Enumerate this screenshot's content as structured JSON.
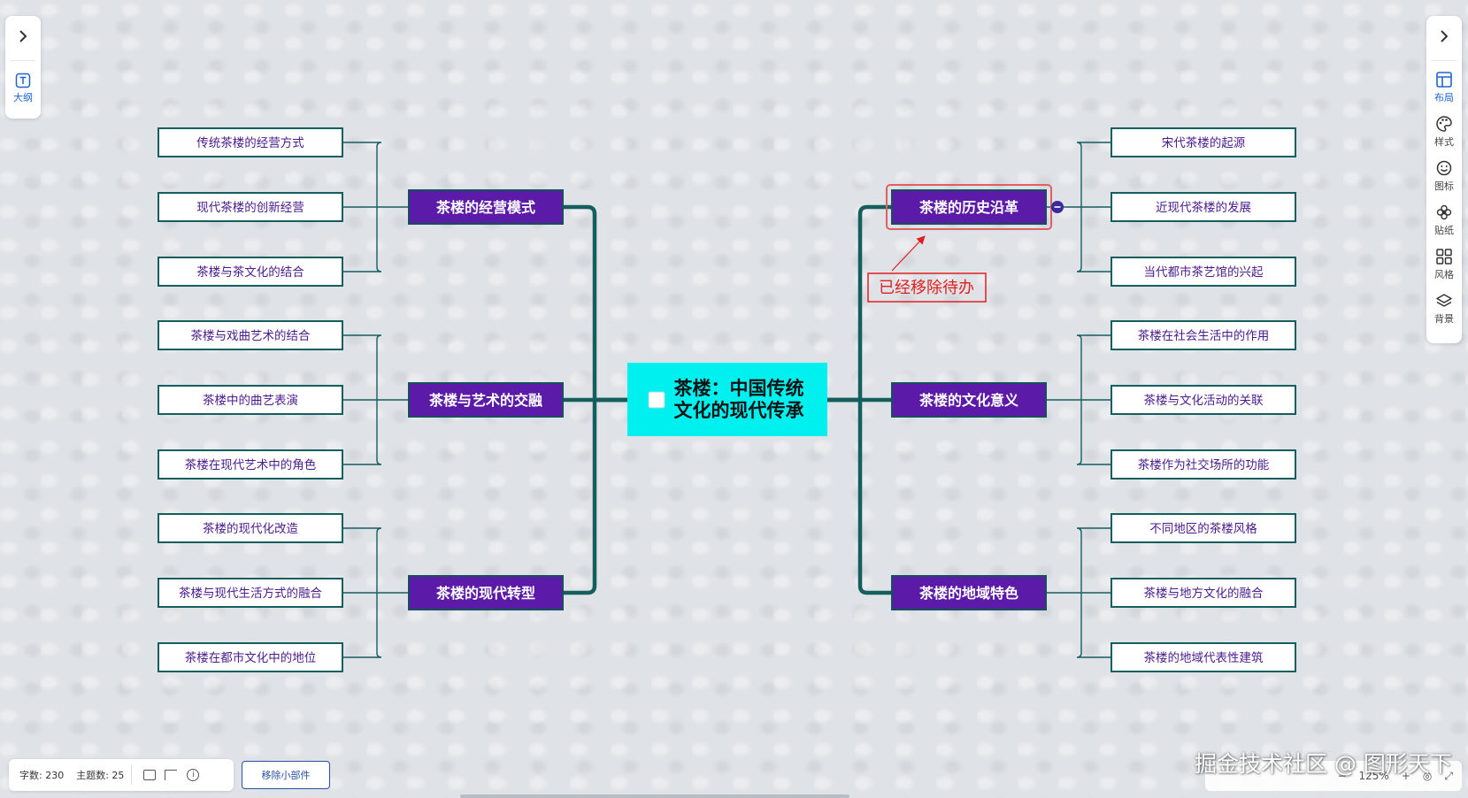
{
  "left_panel": {
    "outline_label": "大纲"
  },
  "right_panel": {
    "items": [
      {
        "id": "layout",
        "label": "布局",
        "icon": "layout-icon"
      },
      {
        "id": "style",
        "label": "样式",
        "icon": "palette-icon"
      },
      {
        "id": "icon",
        "label": "图标",
        "icon": "smiley-icon"
      },
      {
        "id": "sticker",
        "label": "贴纸",
        "icon": "flower-icon"
      },
      {
        "id": "theme",
        "label": "风格",
        "icon": "grid-icon"
      },
      {
        "id": "background",
        "label": "背景",
        "icon": "layers-icon"
      }
    ]
  },
  "mindmap": {
    "root": {
      "lines": [
        "茶楼：中国传统",
        "文化的现代传承"
      ]
    },
    "branches": [
      {
        "side": "left",
        "title": "茶楼的经营模式",
        "children": [
          "传统茶楼的经营方式",
          "现代茶楼的创新经营",
          "茶楼与茶文化的结合"
        ]
      },
      {
        "side": "left",
        "title": "茶楼与艺术的交融",
        "children": [
          "茶楼与戏曲艺术的结合",
          "茶楼中的曲艺表演",
          "茶楼在现代艺术中的角色"
        ]
      },
      {
        "side": "left",
        "title": "茶楼的现代转型",
        "children": [
          "茶楼的现代化改造",
          "茶楼与现代生活方式的融合",
          "茶楼在都市文化中的地位"
        ]
      },
      {
        "side": "right",
        "title": "茶楼的历史沿革",
        "selected": true,
        "children": [
          "宋代茶楼的起源",
          "近现代茶楼的发展",
          "当代都市茶艺馆的兴起"
        ]
      },
      {
        "side": "right",
        "title": "茶楼的文化意义",
        "children": [
          "茶楼在社会生活中的作用",
          "茶楼与文化活动的关联",
          "茶楼作为社交场所的功能"
        ]
      },
      {
        "side": "right",
        "title": "茶楼的地域特色",
        "children": [
          "不同地区的茶楼风格",
          "茶楼与地方文化的融合",
          "茶楼的地域代表性建筑"
        ]
      }
    ],
    "annotation": "已经移除待办",
    "colors": {
      "root_bg": "#00f0f0",
      "branch_bg": "#5b1aa8",
      "branch_border": "#14515a",
      "leaf_text": "#4b1a8c",
      "line": "#155e5e",
      "annotation": "#e02020"
    }
  },
  "status": {
    "char_count": "字数: 230",
    "topic_count": "主题数: 25"
  },
  "remove_widget_label": "移除小部件",
  "zoom": "125%",
  "watermark": "掘金技术社区 @ 图形天下"
}
